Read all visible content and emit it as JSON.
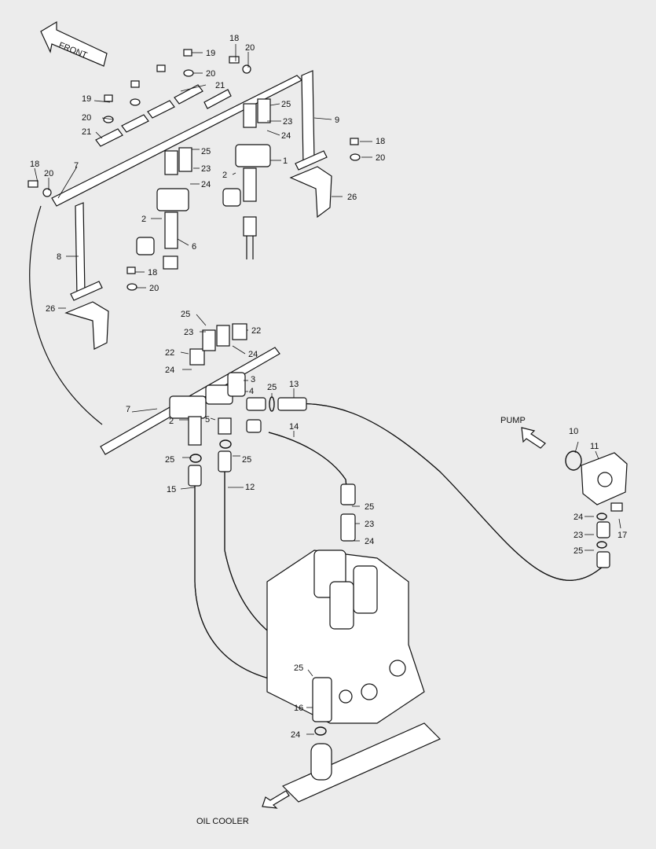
{
  "labels": {
    "front": "FRONT",
    "pump": "PUMP",
    "oil_cooler": "OIL COOLER"
  },
  "callouts": [
    {
      "id": "c1",
      "text": "1"
    },
    {
      "id": "c2a",
      "text": "2"
    },
    {
      "id": "c2b",
      "text": "2"
    },
    {
      "id": "c2c",
      "text": "2"
    },
    {
      "id": "c3",
      "text": "3"
    },
    {
      "id": "c4",
      "text": "4"
    },
    {
      "id": "c5",
      "text": "5"
    },
    {
      "id": "c6",
      "text": "6"
    },
    {
      "id": "c7a",
      "text": "7"
    },
    {
      "id": "c7b",
      "text": "7"
    },
    {
      "id": "c8",
      "text": "8"
    },
    {
      "id": "c9",
      "text": "9"
    },
    {
      "id": "c10",
      "text": "10"
    },
    {
      "id": "c11",
      "text": "11"
    },
    {
      "id": "c12",
      "text": "12"
    },
    {
      "id": "c13",
      "text": "13"
    },
    {
      "id": "c14",
      "text": "14"
    },
    {
      "id": "c15",
      "text": "15"
    },
    {
      "id": "c16",
      "text": "16"
    },
    {
      "id": "c17",
      "text": "17"
    },
    {
      "id": "c18a",
      "text": "18"
    },
    {
      "id": "c18b",
      "text": "18"
    },
    {
      "id": "c18c",
      "text": "18"
    },
    {
      "id": "c18d",
      "text": "18"
    },
    {
      "id": "c19a",
      "text": "19"
    },
    {
      "id": "c19b",
      "text": "19"
    },
    {
      "id": "c20a",
      "text": "20"
    },
    {
      "id": "c20b",
      "text": "20"
    },
    {
      "id": "c20c",
      "text": "20"
    },
    {
      "id": "c20d",
      "text": "20"
    },
    {
      "id": "c20e",
      "text": "20"
    },
    {
      "id": "c20f",
      "text": "20"
    },
    {
      "id": "c21a",
      "text": "21"
    },
    {
      "id": "c21b",
      "text": "21"
    },
    {
      "id": "c22a",
      "text": "22"
    },
    {
      "id": "c22b",
      "text": "22"
    },
    {
      "id": "c23a",
      "text": "23"
    },
    {
      "id": "c23b",
      "text": "23"
    },
    {
      "id": "c23c",
      "text": "23"
    },
    {
      "id": "c23d",
      "text": "23"
    },
    {
      "id": "c23e",
      "text": "23"
    },
    {
      "id": "c24a",
      "text": "24"
    },
    {
      "id": "c24b",
      "text": "24"
    },
    {
      "id": "c24c",
      "text": "24"
    },
    {
      "id": "c24d",
      "text": "24"
    },
    {
      "id": "c24e",
      "text": "24"
    },
    {
      "id": "c24f",
      "text": "24"
    },
    {
      "id": "c24g",
      "text": "24"
    },
    {
      "id": "c25a",
      "text": "25"
    },
    {
      "id": "c25b",
      "text": "25"
    },
    {
      "id": "c25c",
      "text": "25"
    },
    {
      "id": "c25d",
      "text": "25"
    },
    {
      "id": "c25e",
      "text": "25"
    },
    {
      "id": "c25f",
      "text": "25"
    },
    {
      "id": "c25g",
      "text": "25"
    },
    {
      "id": "c25h",
      "text": "25"
    },
    {
      "id": "c25i",
      "text": "25"
    },
    {
      "id": "c26a",
      "text": "26"
    },
    {
      "id": "c26b",
      "text": "26"
    }
  ]
}
